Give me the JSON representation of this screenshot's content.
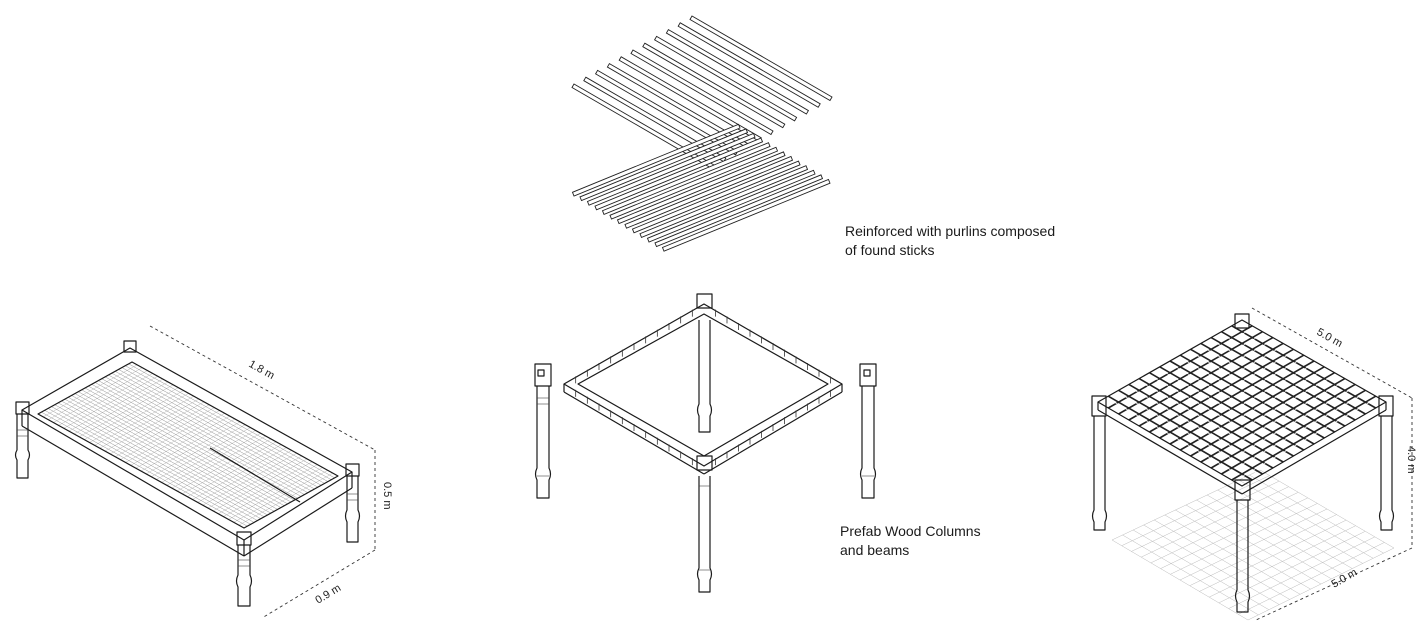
{
  "captions": {
    "purlins": [
      "Reinforced with purlins composed",
      "of found sticks"
    ],
    "columns": [
      "Prefab Wood Columns",
      "and beams"
    ]
  },
  "dimensions": {
    "bed_length": "1.8 m",
    "bed_height": "0.5 m",
    "bed_width": "0.9 m",
    "frame_top": "5.0 m",
    "frame_height": "4.0 m",
    "frame_bottom": "5.0 m"
  }
}
